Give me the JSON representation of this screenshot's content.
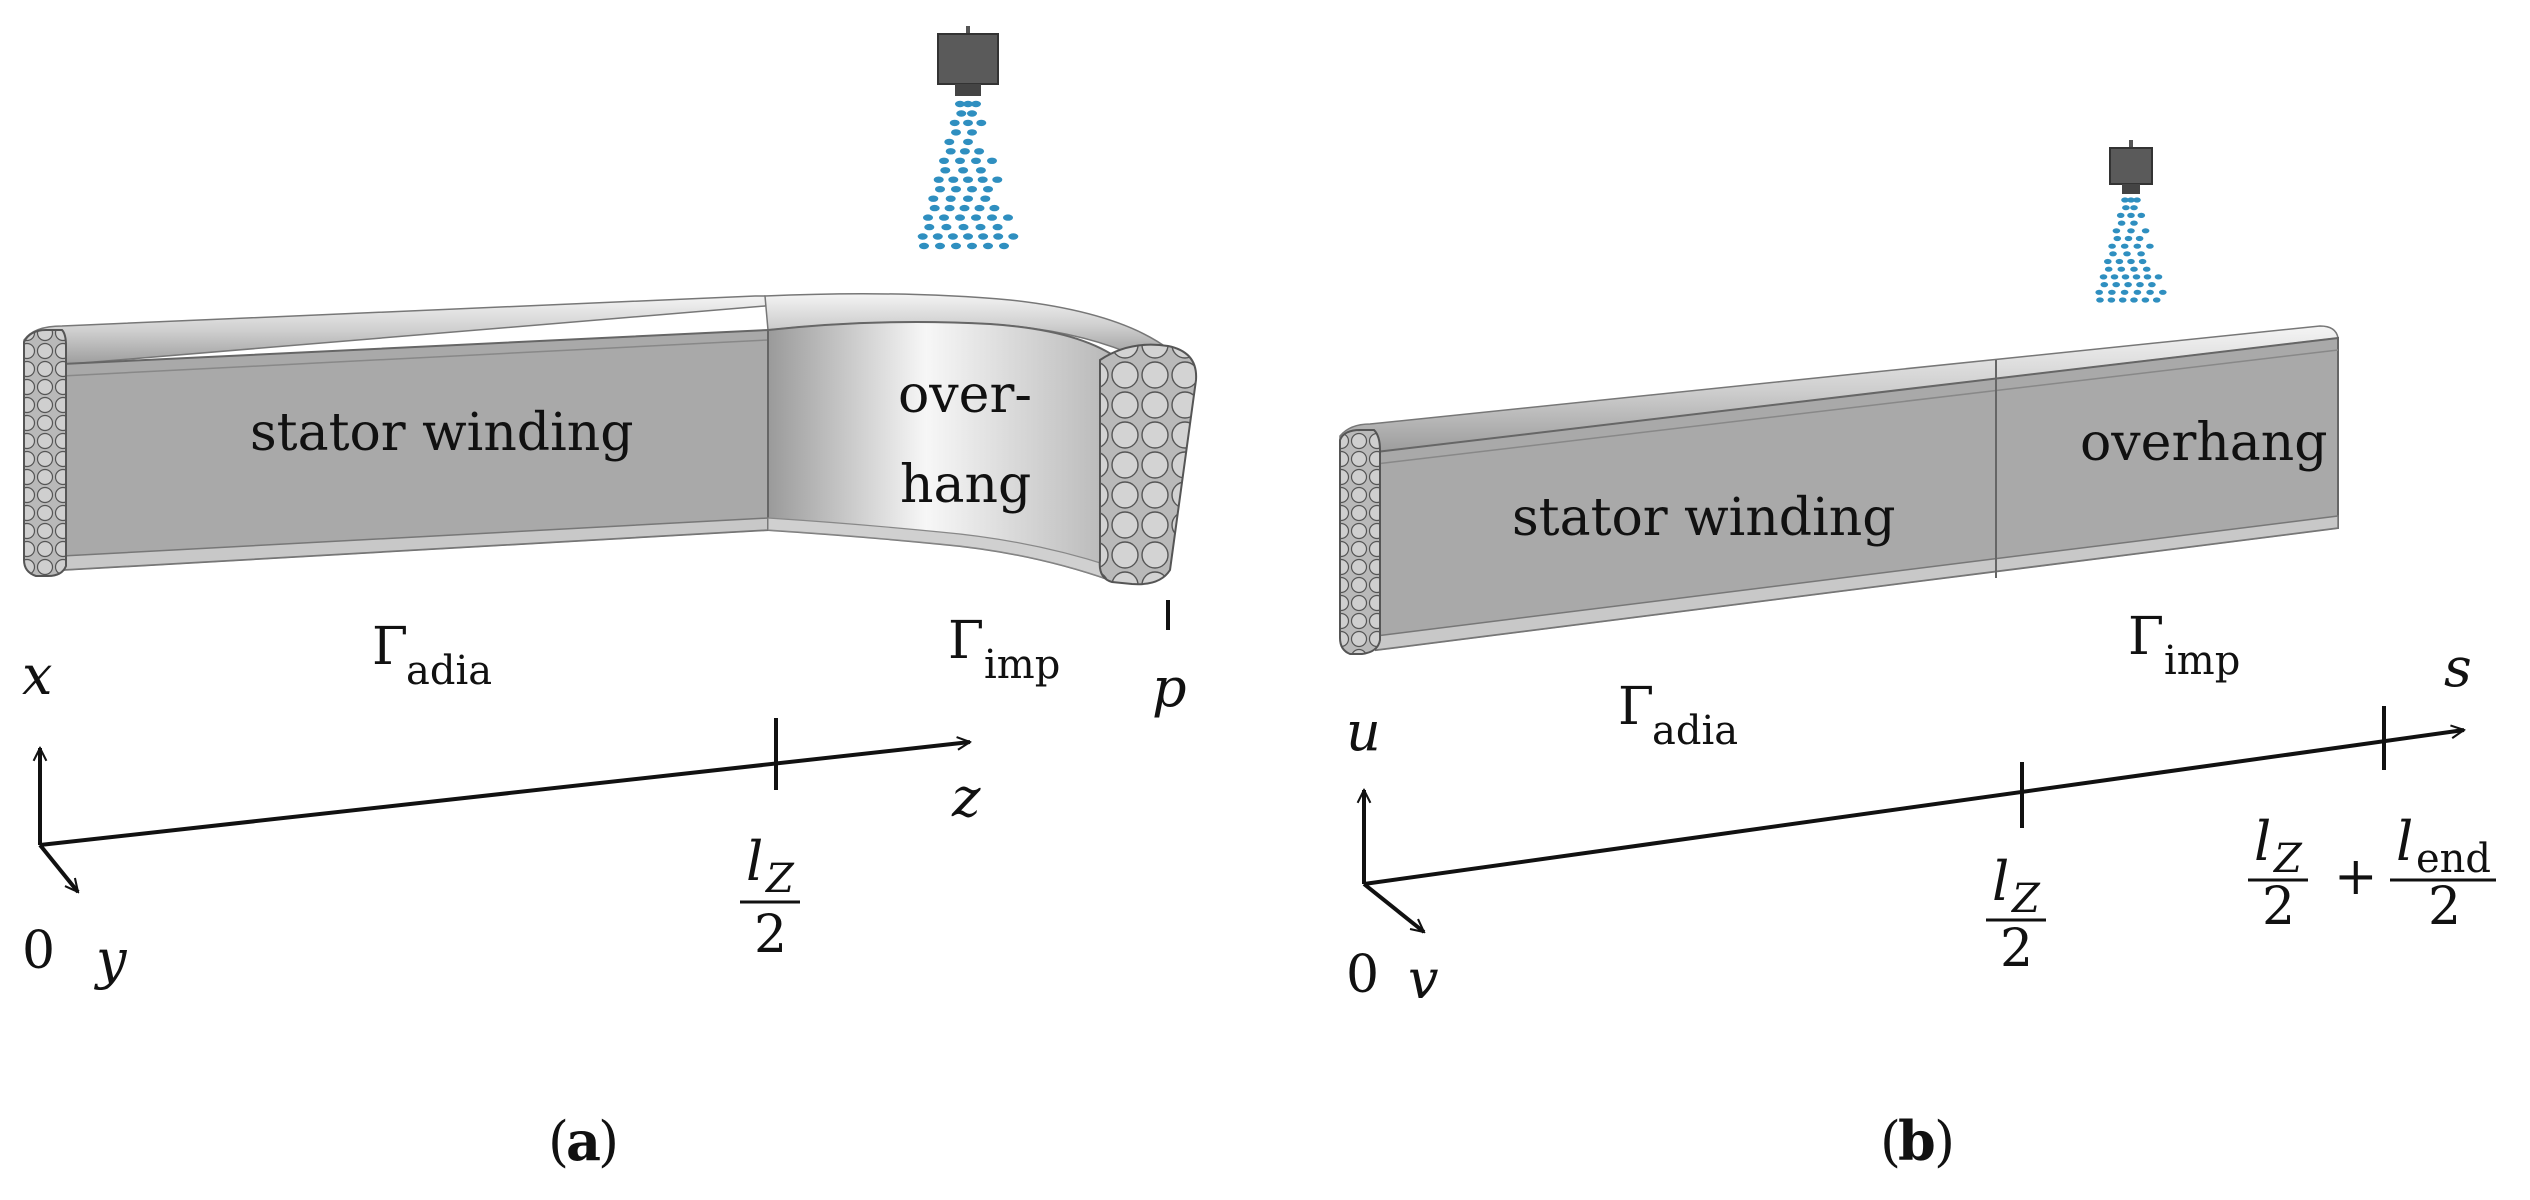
{
  "panel_a": {
    "body_label": "stator winding",
    "overhang_label_line1": "over-",
    "overhang_label_line2": "hang",
    "gamma_adia": {
      "main": "Γ",
      "sub": "adia"
    },
    "gamma_imp": {
      "main": "Γ",
      "sub": "imp"
    },
    "p_label": "p",
    "axis_x": "x",
    "axis_y": "y",
    "axis_z": "z",
    "origin": "0",
    "tick_frac": {
      "num_main": "l",
      "num_sub": "Z",
      "den": "2"
    },
    "caption": {
      "open": "(",
      "letter": "a",
      "close": ")"
    }
  },
  "panel_b": {
    "body_label": "stator winding",
    "overhang_label": "overhang",
    "gamma_adia": {
      "main": "Γ",
      "sub": "adia"
    },
    "gamma_imp": {
      "main": "Γ",
      "sub": "imp"
    },
    "axis_u": "u",
    "axis_v": "v",
    "axis_s": "s",
    "origin": "0",
    "tick1_frac": {
      "num_main": "l",
      "num_sub": "Z",
      "den": "2"
    },
    "tick2_frac_a": {
      "num_main": "l",
      "num_sub": "Z",
      "den": "2"
    },
    "plus": "+",
    "tick2_frac_b": {
      "num_main": "l",
      "num_sub": "end",
      "den": "2"
    },
    "caption": {
      "open": "(",
      "letter": "b",
      "close": ")"
    }
  },
  "colors": {
    "bar_face": "#a8a8a8",
    "bar_top": "#d9d9d9",
    "nozzle": "#555555",
    "spray": "#2f8fc0"
  }
}
